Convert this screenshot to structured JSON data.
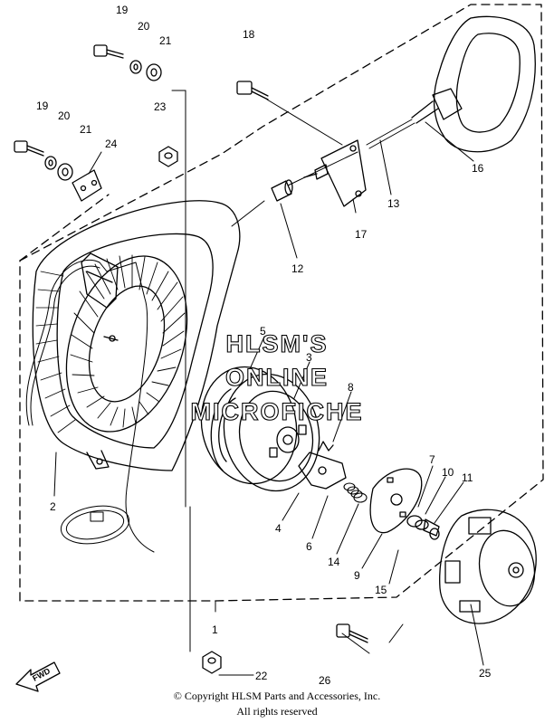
{
  "watermark": {
    "line1": "HLSM'S",
    "line2": "ONLINE",
    "line3": "MICROFICHE"
  },
  "copyright": {
    "line1": "© Copyright HLSM Parts and Accessories, Inc.",
    "line2": "All rights reserved"
  },
  "fwd_label": "FWD",
  "callouts": {
    "p1": "1",
    "p2": "2",
    "p3": "3",
    "p4": "4",
    "p5": "5",
    "p6": "6",
    "p7": "7",
    "p8": "8",
    "p9": "9",
    "p10": "10",
    "p11": "11",
    "p12": "12",
    "p13": "13",
    "p14": "14",
    "p15": "15",
    "p16": "16",
    "p17": "17",
    "p18": "18",
    "p19a": "19",
    "p20a": "20",
    "p21a": "21",
    "p19b": "19",
    "p20b": "20",
    "p21b": "21",
    "p22": "22",
    "p23": "23",
    "p24": "24",
    "p25": "25",
    "p26": "26"
  }
}
